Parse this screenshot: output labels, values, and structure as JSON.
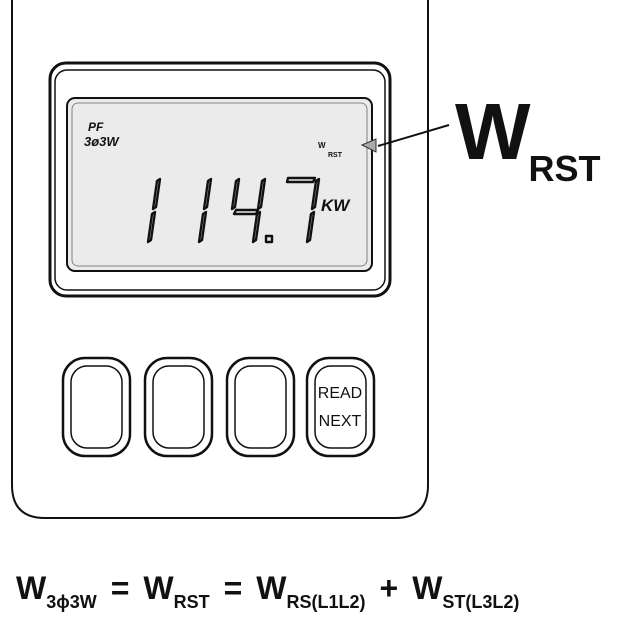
{
  "lcd": {
    "mode_pf": "PF",
    "mode_system": "3ø3W",
    "indicator_w": "W",
    "indicator_sub": "RST",
    "reading_digits": "1147",
    "unit": "KW"
  },
  "buttons": {
    "read_next_line1": "READ",
    "read_next_line2": "NEXT"
  },
  "callout": {
    "main": "W",
    "sub": "RST"
  },
  "formula": {
    "lhs_main": "W",
    "lhs_sub": "3ϕ3W",
    "eq1": "=",
    "mid_main": "W",
    "mid_sub": "RST",
    "eq2": "=",
    "term1_main": "W",
    "term1_sub": "RS(L1L2)",
    "plus": "+",
    "term2_main": "W",
    "term2_sub": "ST(L3L2)"
  }
}
